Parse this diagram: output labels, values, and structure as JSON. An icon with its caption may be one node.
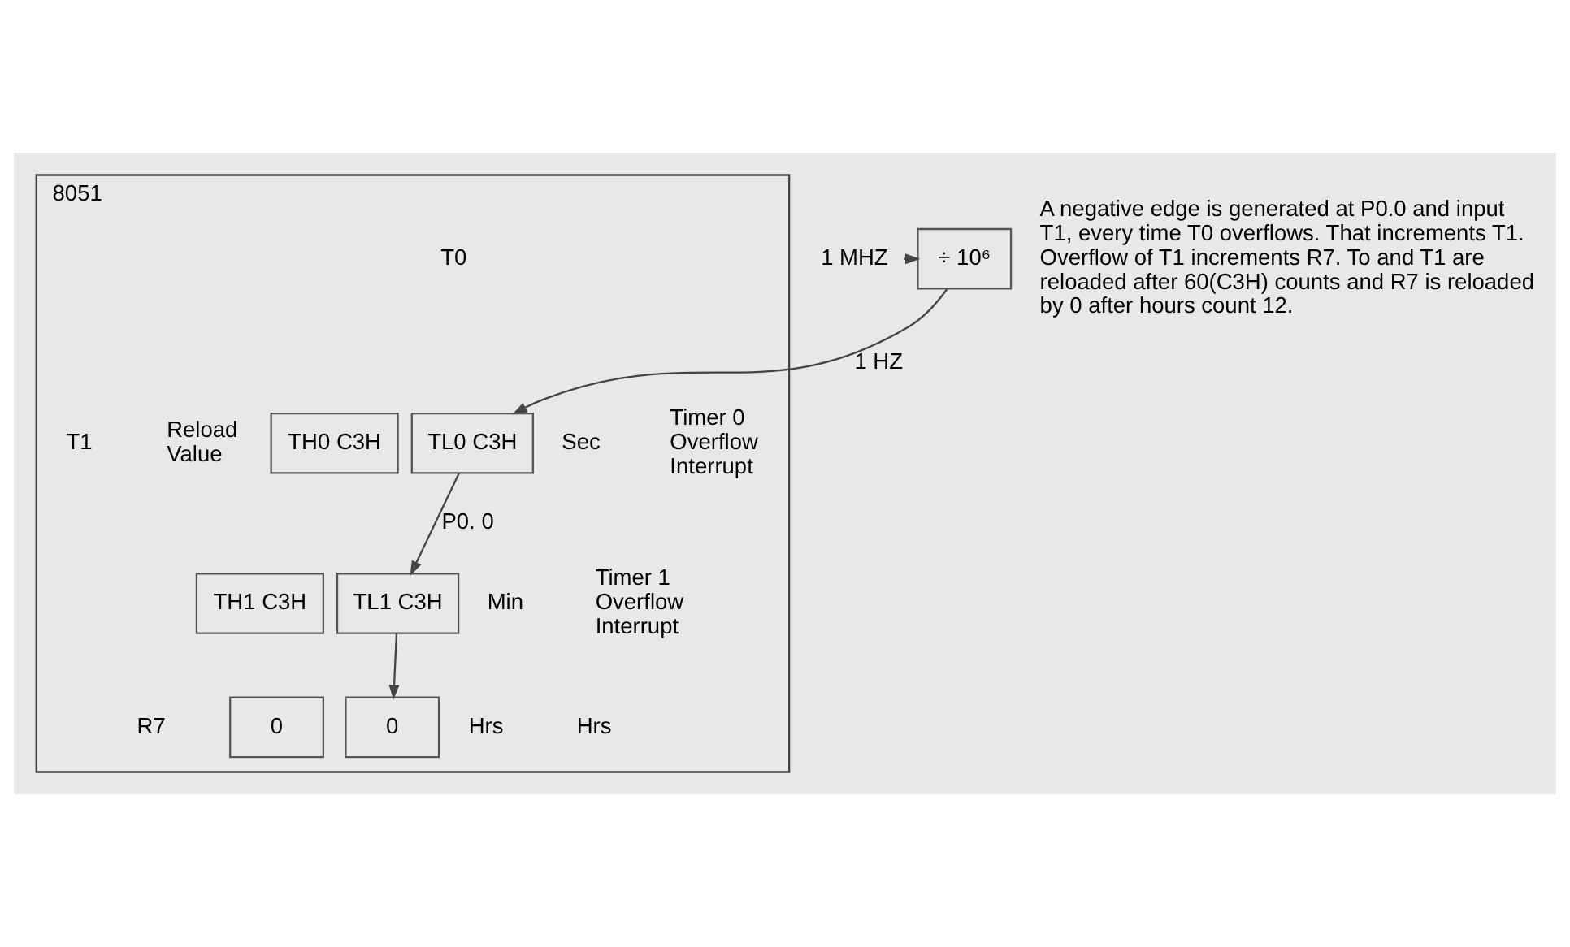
{
  "diagram": {
    "nodes": [
      {
        "text": [
          "8051"
        ]
      },
      {
        "text": [
          "÷ 10⁶"
        ]
      },
      {
        "text": [
          "TH0 C3H"
        ],
        "in": 0,
        "beside": [
          "Reload Value"
        ]
      },
      {
        "text": [
          "TL0 C3H"
        ],
        "in": 0,
        "beside": [
          "Sec"
        ]
      },
      {
        "text": [
          "TH1 C3H"
        ],
        "in": 0
      },
      {
        "text": [
          "TL1 C3H"
        ],
        "in": 0,
        "beside": [
          "Min"
        ]
      },
      {
        "text": [
          "0"
        ],
        "in": 0,
        "beside": [
          "R7"
        ]
      },
      {
        "text": [
          "0"
        ],
        "in": 0,
        "beside": [
          "Hrs"
        ]
      },
      {
        "text": [
          "1 MHZ"
        ]
      }
    ],
    "edges": [
      {
        "from": 8,
        "to": 1,
        "arrow": "to"
      },
      {
        "from": 1,
        "to": 3,
        "arrow": "to",
        "label": "1 HZ"
      },
      {
        "from": 3,
        "to": 5,
        "arrow": "to",
        "label": "P0. 0"
      },
      {
        "from": 5,
        "to": 7,
        "arrow": "to"
      }
    ],
    "labels": [
      "T0",
      "Timer 0 Overflow Interrupt",
      "T1",
      "Timer 1 Overflow Interrupt",
      "Hrs",
      "A negative edge is generated at P0.0 and input T1, every time T0 overflows. That increments T1. Overflow of T1 increments R7. To and T1 are reloaded after 60(C3H) counts and R7 is reloaded by 0 after hours count 12."
    ]
  }
}
